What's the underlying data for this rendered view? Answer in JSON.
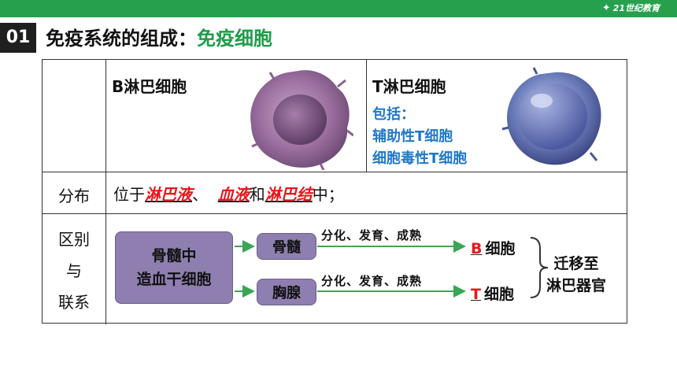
{
  "brand": {
    "text": "21世纪教育"
  },
  "section": {
    "number": "01",
    "title_prefix": "免疫系统的组成：",
    "title_accent": "免疫细胞"
  },
  "table": {
    "b_cell_title": "B淋巴细胞",
    "t_cell_title": "T淋巴细胞",
    "t_cell_includes_label": "包括：",
    "t_cell_types": [
      "辅助性T细胞",
      "细胞毒性T细胞"
    ],
    "row_distribution_label": "分布",
    "distribution": {
      "prefix": "位于",
      "blank1": "淋巴液",
      "sep1": "、",
      "blank2": "血液",
      "sep2": "和",
      "blank3": "淋巴结",
      "suffix": "中；"
    },
    "row_relation_label": [
      "区别",
      "与",
      "联系"
    ]
  },
  "flow": {
    "stem_cell": [
      "骨髓中",
      "造血干细胞"
    ],
    "organ_top": "骨髓",
    "organ_bottom": "胸腺",
    "process_label": "分化、发育、成熟",
    "result_top_letter": "B",
    "result_bottom_letter": "T",
    "result_suffix": "细胞",
    "migrate": [
      "迁移至",
      "淋巴器官"
    ]
  },
  "colors": {
    "green_bar": "#27a04d",
    "accent_green": "#1d9d48",
    "blue_text": "#1f78c8",
    "red_fill": "#e8161b",
    "box_purple": "#8e7fb0",
    "arrow_green": "#3aa655"
  },
  "icons": {
    "brand": "runner-star-icon",
    "b_cell": "b-lymphocyte-cell-image",
    "t_cell": "t-lymphocyte-cell-image"
  }
}
